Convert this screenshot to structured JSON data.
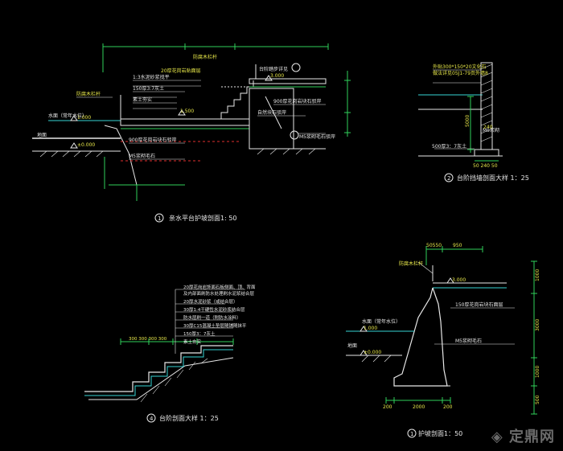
{
  "colors": {
    "background": "#000000",
    "line_green": "#2fd15a",
    "line_white": "#e8e8e8",
    "line_cyan": "#36d3d3",
    "line_yellow": "#e8e84a",
    "line_red": "#e03030",
    "watermark": "#6b6b6b"
  },
  "drawings": {
    "pond_wall": {
      "title": "亲水平台护坡剖面1: 50",
      "number": "1",
      "notes": {
        "elev_3000": "3.000",
        "elev_1500": "1.500",
        "elev_1000": "1.000",
        "elev_0000": "±0.000",
        "water_label": "水面（常年水位）",
        "ground_label": "地面",
        "left_top": "防腐木栏杆",
        "n1": "1:3水泥砂浆找平",
        "n2": "20厚花岗岩贴面层",
        "n3": "150厚3:7灰土",
        "n4": "素土夯实",
        "n5": "900厚花岗岩块石驳岸",
        "n6": "M5浆砌毛石",
        "n7": "防腐木栏杆",
        "n8": "台阶踏步详见",
        "n9": "900厚花岗岩块石驳岸",
        "n10": "自然块石驳岸",
        "n11": "M5浆砌毛石驳岸"
      }
    },
    "retaining_wall_detail": {
      "title": "台阶挡墙剖面大样 1：25",
      "number": "2",
      "notes": {
        "n1": "外贴300*150*20文化石",
        "n2": "做法详见05J1-79页外墙8",
        "n3": "M5浆砌",
        "n4": "500厚3：7灰土",
        "dim_5000": "5000",
        "dim_240": "240",
        "dim_bottom": "50 240 50"
      }
    },
    "step_detail": {
      "title": "台阶剖面大样 1：25",
      "number": "4",
      "notes": {
        "n1": "20厚花岗岩饰面石板侧面、顶、背面",
        "n2": "及内部面刷防水处理刷水泥浆结合层",
        "n3": "20厚水泥砂浆（或结合层）",
        "n4": "30厚1:4干硬性水泥砂浆结合层",
        "n5": "防水层刷一道（附防水涂料）",
        "n6": "30厚C15混凝土垫层随铺随抹平",
        "n7": "150厚3：7灰土",
        "n8": "素土夯实",
        "dims": "300 300 300 300"
      }
    },
    "revetment": {
      "title": "护坡剖面1：50",
      "number": "1",
      "notes": {
        "rail": "防腐木栏杆",
        "elev_3000": "3.000",
        "elev_1000": "1.000",
        "elev_0000": "±0.000",
        "water": "水面（常年水位）",
        "ground": "地面",
        "n1": "150厚花岗岩块石面层",
        "n2": "M5浆砌毛石",
        "dim_top": "50550",
        "dim_950": "950",
        "dim_right_1000": "1000",
        "dim_right_3000": "3000",
        "dim_right_1000b": "1000",
        "dim_right_500": "500",
        "dim_b1": "200",
        "dim_b2": "2000",
        "dim_b3": "200"
      }
    }
  },
  "watermark": {
    "text": "定鼎网"
  }
}
